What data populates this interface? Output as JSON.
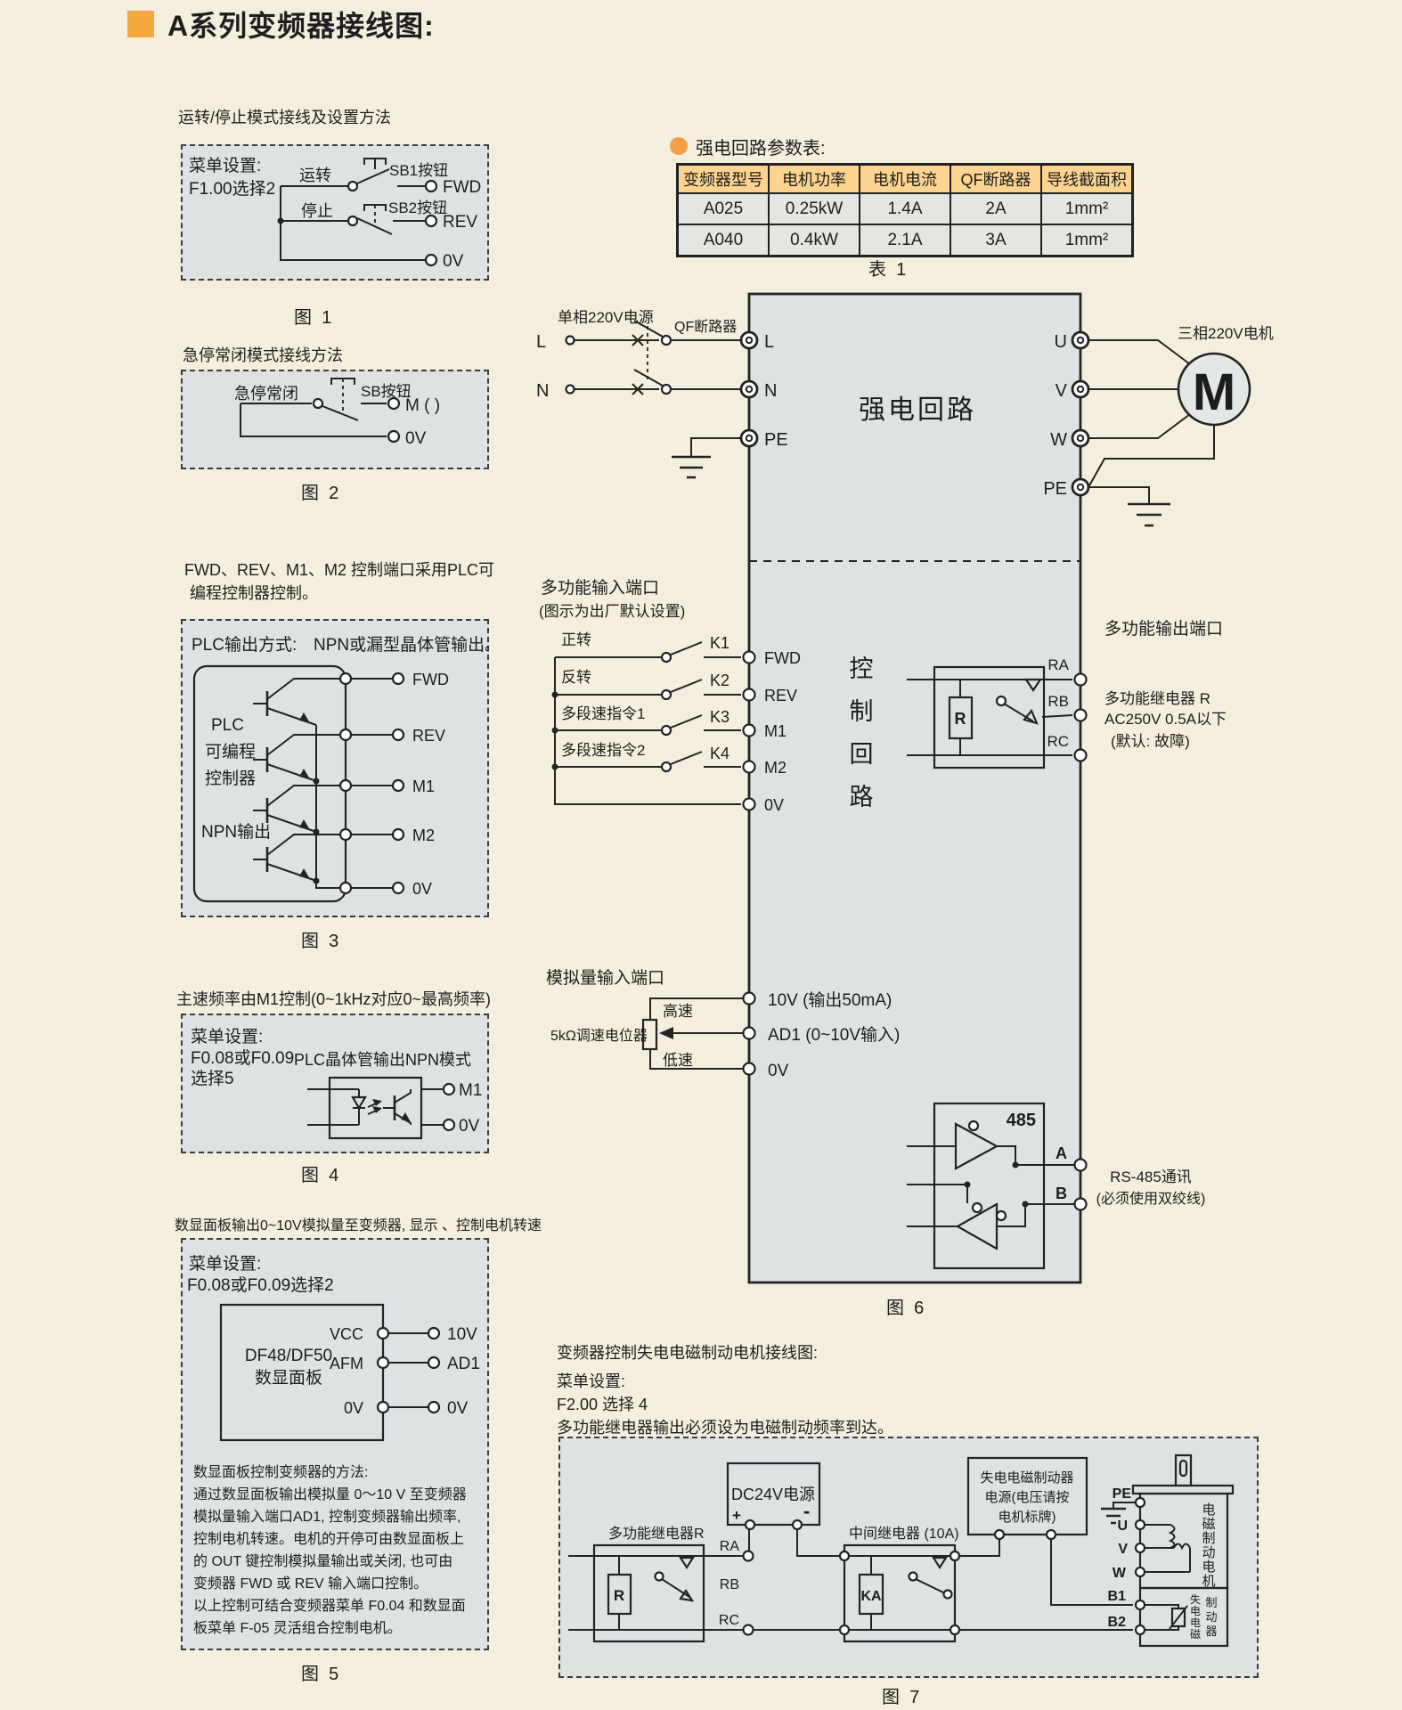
{
  "page": {
    "title": "A系列变频器接线图:"
  },
  "fig1": {
    "title": "运转/停止模式接线及设置方法",
    "menu_line1": "菜单设置:",
    "menu_line2": "F1.00选择2",
    "run_label": "运转",
    "stop_label": "停止",
    "sb1": "SB1按钮",
    "sb2": "SB2按钮",
    "fwd": "FWD",
    "rev": "REV",
    "zero_v": "0V",
    "caption": "图  1"
  },
  "fig2": {
    "title": "急停常闭模式接线方法",
    "estop_label": "急停常闭",
    "sb": "SB按钮",
    "m_terminal": "M ( )",
    "zero_v": "0V",
    "caption": "图  2"
  },
  "fig3": {
    "intro_line1": "FWD、REV、M1、M2 控制端口采用PLC可",
    "intro_line2": "编程控制器控制。",
    "mode_label": "PLC输出方式:",
    "mode_value": "NPN或漏型晶体管输出。",
    "plc_line1": "PLC",
    "plc_line2": "可编程",
    "plc_line3": "控制器",
    "npn_label": "NPN输出",
    "t_fwd": "FWD",
    "t_rev": "REV",
    "t_m1": "M1",
    "t_m2": "M2",
    "t_0v": "0V",
    "caption": "图  3"
  },
  "fig4": {
    "title": "主速频率由M1控制(0~1kHz对应0~最高频率)",
    "menu_line1": "菜单设置:",
    "menu_line2": "F0.08或F0.09",
    "menu_line3": "选择5",
    "mode_value": "PLC晶体管输出NPN模式",
    "m1": "M1",
    "zero_v": "0V",
    "caption": "图  4"
  },
  "fig5": {
    "title": "数显面板输出0~10V模拟量至变频器, 显示 、控制电机转速",
    "menu_line1": "菜单设置:",
    "menu_line2": "F0.08或F0.09选择2",
    "panel_line1": "DF48/DF50",
    "panel_line2": "数显面板",
    "pin_vcc": "VCC",
    "pin_afm": "AFM",
    "pin_0v": "0V",
    "t_10v": "10V",
    "t_ad1": "AD1",
    "t_0v": "0V",
    "note_lines": [
      "数显面板控制变频器的方法:",
      "通过数显面板输出模拟量 0～10 V 至变频器",
      "模拟量输入端口AD1, 控制变频器输出频率,",
      "控制电机转速。电机的开停可由数显面板上",
      "的 OUT 键控制模拟量输出或关闭, 也可由",
      "变频器 FWD 或 REV 输入端口控制。",
      "以上控制可结合变频器菜单 F0.04 和数显面",
      "板菜单 F-05 灵活组合控制电机。"
    ],
    "caption": "图  5"
  },
  "table1": {
    "title": "强电回路参数表:",
    "headers": [
      "变频器型号",
      "电机功率",
      "电机电流",
      "QF断路器",
      "导线截面积"
    ],
    "rows": [
      [
        "A025",
        "0.25kW",
        "1.4A",
        "2A",
        "1mm²"
      ],
      [
        "A040",
        "0.4kW",
        "2.1A",
        "3A",
        "1mm²"
      ]
    ],
    "caption": "表  1"
  },
  "fig6": {
    "supply_label": "单相220V电源",
    "breaker_label": "QF断路器",
    "l_in": "L",
    "n_in": "N",
    "t_l": "L",
    "t_n": "N",
    "t_pe_left": "PE",
    "power_block": "强电回路",
    "motor_label": "三相220V电机",
    "motor_m": "M",
    "t_u": "U",
    "t_v": "V",
    "t_w": "W",
    "t_pe_right": "PE",
    "input_title1": "多功能输入端口",
    "input_title2": "(图示为出厂默认设置)",
    "sw1": "正转",
    "sw2": "反转",
    "sw3": "多段速指令1",
    "sw4": "多段速指令2",
    "k1": "K1",
    "k2": "K2",
    "k3": "K3",
    "k4": "K4",
    "in_fwd": "FWD",
    "in_rev": "REV",
    "in_m1": "M1",
    "in_m2": "M2",
    "in_0v": "0V",
    "control_block": [
      "控",
      "制",
      "回",
      "路"
    ],
    "output_title": "多功能输出端口",
    "relay_r": "R",
    "t_ra": "RA",
    "t_rb": "RB",
    "t_rc": "RC",
    "relay_note1": "多功能继电器 R",
    "relay_note2": "AC250V 0.5A以下",
    "relay_note3": "(默认: 故障)",
    "analog_title": "模拟量输入端口",
    "pot_label": "5kΩ调速电位器",
    "pot_high": "高速",
    "pot_low": "低速",
    "t_10v": "10V (输出50mA)",
    "t_ad1": "AD1 (0~10V输入)",
    "t_0v": "0V",
    "chip_485": "485",
    "t_a": "A",
    "t_b": "B",
    "rs485_note1": "RS-485通讯",
    "rs485_note2": "(必须使用双绞线)",
    "caption": "图  6"
  },
  "fig7": {
    "header_line1": "变频器控制失电电磁制动电机接线图:",
    "header_line2": "菜单设置:",
    "header_line3": "F2.00 选择 4",
    "header_line4": "多功能继电器输出必须设为电磁制动频率到达。",
    "relay_r_label": "多功能继电器R",
    "relay_r": "R",
    "dc_label": "DC24V电源",
    "plus": "+",
    "minus": "-",
    "t_ra": "RA",
    "t_rb": "RB",
    "t_rc": "RC",
    "mid_relay_label": "中间继电器 (10A)",
    "ka": "KA",
    "brake_supply_line1": "失电电磁制动器",
    "brake_supply_line2": "电源(电压请按",
    "brake_supply_line3": "电机标牌)",
    "m_pe": "PE",
    "m_u": "U",
    "m_v": "V",
    "m_w": "W",
    "m_b1": "B1",
    "m_b2": "B2",
    "motor_vertical": [
      "电",
      "磁",
      "制",
      "动",
      "电",
      "机"
    ],
    "brake_vertical_a": [
      "失",
      "电",
      "电",
      "磁"
    ],
    "brake_vertical_b": [
      "制",
      "动",
      "器"
    ],
    "caption": "图  7"
  }
}
